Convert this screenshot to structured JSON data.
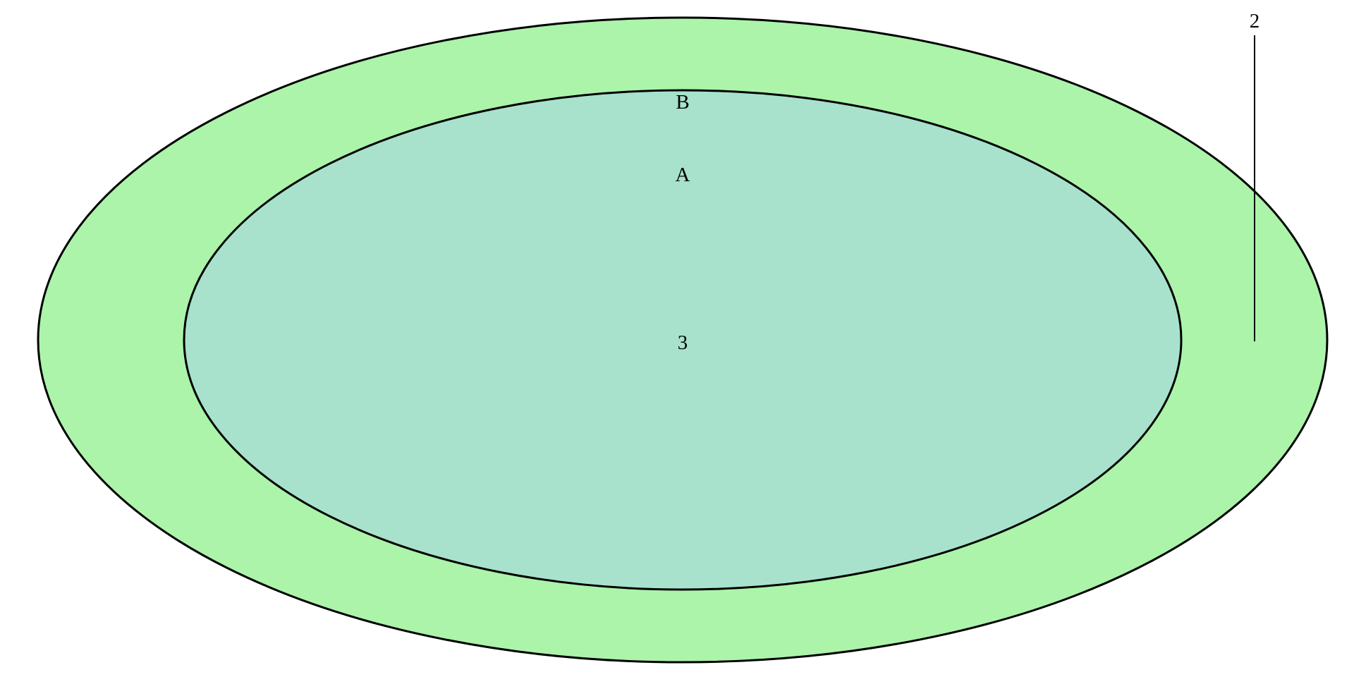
{
  "diagram": {
    "outer_set": {
      "label": "B",
      "fill": "#abf4aa",
      "stroke": "#000000"
    },
    "inner_set": {
      "label": "A",
      "fill": "#a8e2cc",
      "stroke": "#000000"
    },
    "annotations": {
      "outer_region_count": "2",
      "inner_region_count": "3"
    }
  }
}
